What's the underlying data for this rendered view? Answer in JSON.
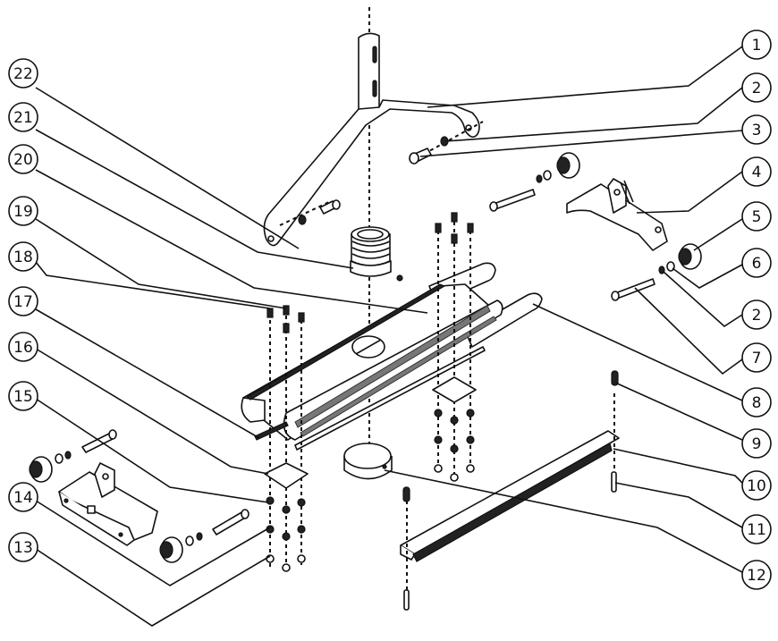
{
  "diagram": {
    "type": "exploded-parts-view",
    "callouts": [
      {
        "id": "c1",
        "label": "1",
        "part": "frame"
      },
      {
        "id": "c2a",
        "label": "2",
        "part": "washer"
      },
      {
        "id": "c3",
        "label": "3",
        "part": "bolt"
      },
      {
        "id": "c4",
        "label": "4",
        "part": "wheel-bracket"
      },
      {
        "id": "c5",
        "label": "5",
        "part": "wheel"
      },
      {
        "id": "c6",
        "label": "6",
        "part": "washer"
      },
      {
        "id": "c2b",
        "label": "2",
        "part": "washer"
      },
      {
        "id": "c7",
        "label": "7",
        "part": "axle-bolt"
      },
      {
        "id": "c8",
        "label": "8",
        "part": "rod"
      },
      {
        "id": "c9",
        "label": "9",
        "part": "set-screw"
      },
      {
        "id": "c10",
        "label": "10",
        "part": "blade-bar"
      },
      {
        "id": "c11",
        "label": "11",
        "part": "screw"
      },
      {
        "id": "c12",
        "label": "12",
        "part": "cup"
      },
      {
        "id": "c13",
        "label": "13",
        "part": "nut"
      },
      {
        "id": "c14",
        "label": "14",
        "part": "lock-washer"
      },
      {
        "id": "c15",
        "label": "15",
        "part": "washer"
      },
      {
        "id": "c16",
        "label": "16",
        "part": "mounting-plate"
      },
      {
        "id": "c17",
        "label": "17",
        "part": "strip"
      },
      {
        "id": "c18",
        "label": "18",
        "part": "screw"
      },
      {
        "id": "c19",
        "label": "19",
        "part": "screw"
      },
      {
        "id": "c20",
        "label": "20",
        "part": "housing"
      },
      {
        "id": "c21",
        "label": "21",
        "part": "collar"
      },
      {
        "id": "c22",
        "label": "22",
        "part": "spring"
      }
    ]
  }
}
